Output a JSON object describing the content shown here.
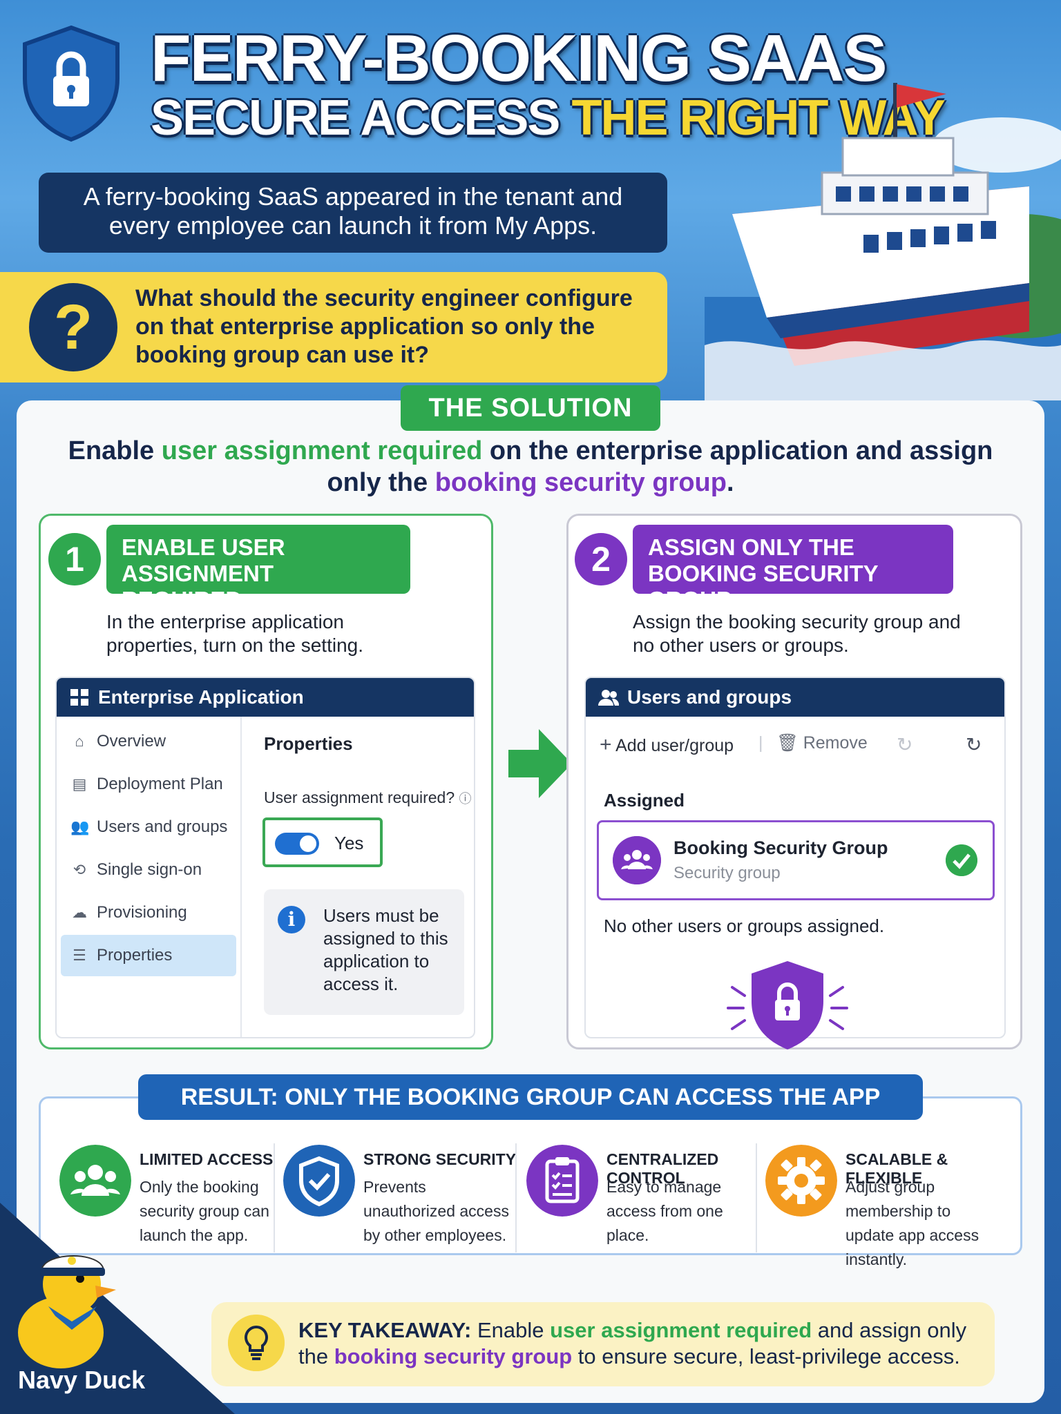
{
  "header": {
    "title_line1": "FERRY-BOOKING SAAS",
    "title_line2_a": "SECURE ACCESS",
    "title_line2_b": "THE RIGHT WAY",
    "intro": "A ferry-booking SaaS appeared in the tenant and every employee can launch it from My Apps.",
    "question": "What should the security engineer configure on that enterprise application so only the booking group can use it?",
    "question_mark": "?"
  },
  "solution": {
    "banner": "THE SOLUTION",
    "lead_1": "Enable ",
    "lead_hl1": "user assignment required",
    "lead_2": " on the enterprise application and assign only the ",
    "lead_hl2": "booking security group",
    "lead_3": "."
  },
  "step1": {
    "number": "1",
    "title": "ENABLE USER ASSIGNMENT REQUIRED",
    "desc": "In the enterprise application properties, turn on the setting.",
    "window_title": "Enterprise Application",
    "nav": [
      {
        "label": "Overview",
        "icon": "home-icon"
      },
      {
        "label": "Deployment Plan",
        "icon": "document-icon"
      },
      {
        "label": "Users and groups",
        "icon": "users-icon"
      },
      {
        "label": "Single sign-on",
        "icon": "sign-on-icon"
      },
      {
        "label": "Provisioning",
        "icon": "cloud-icon"
      },
      {
        "label": "Properties",
        "icon": "sliders-icon"
      }
    ],
    "properties_heading": "Properties",
    "setting_label": "User assignment required?",
    "toggle_value": "Yes",
    "info_text": "Users must be assigned to this application to access it."
  },
  "step2": {
    "number": "2",
    "title": "ASSIGN ONLY THE BOOKING SECURITY GROUP",
    "desc": "Assign the booking security group and no other users or groups.",
    "window_title": "Users and groups",
    "toolbar": {
      "add": "Add user/group",
      "remove": "Remove"
    },
    "assigned_heading": "Assigned",
    "group_name": "Booking Security Group",
    "group_type": "Security group",
    "no_others": "No other users or groups assigned."
  },
  "result": {
    "banner": "RESULT: ONLY THE BOOKING GROUP CAN ACCESS THE APP",
    "features": [
      {
        "title": "LIMITED ACCESS",
        "desc": "Only the booking security group can launch the app.",
        "icon": "users-icon",
        "color": "#2fa84f"
      },
      {
        "title": "STRONG SECURITY",
        "desc": "Prevents unauthorized access by other employees.",
        "icon": "shield-check-icon",
        "color": "#1f64b6"
      },
      {
        "title": "CENTRALIZED CONTROL",
        "desc": "Easy to manage access from one place.",
        "icon": "clipboard-icon",
        "color": "#7b35c2"
      },
      {
        "title": "SCALABLE & FLEXIBLE",
        "desc": "Adjust group membership to update app access instantly.",
        "icon": "gear-icon",
        "color": "#f39a1e"
      }
    ]
  },
  "takeaway": {
    "label": "KEY TAKEAWAY:",
    "t1": " Enable ",
    "hl1": "user assignment required",
    "t2": " and assign only the ",
    "hl2": "booking security group",
    "t3": " to ensure secure, least-privilege access."
  },
  "mascot": {
    "name": "Navy Duck"
  },
  "colors": {
    "green": "#2fa84f",
    "purple": "#7b35c2",
    "navy": "#153563",
    "yellow": "#f6d84a",
    "blue": "#1f64b6"
  }
}
